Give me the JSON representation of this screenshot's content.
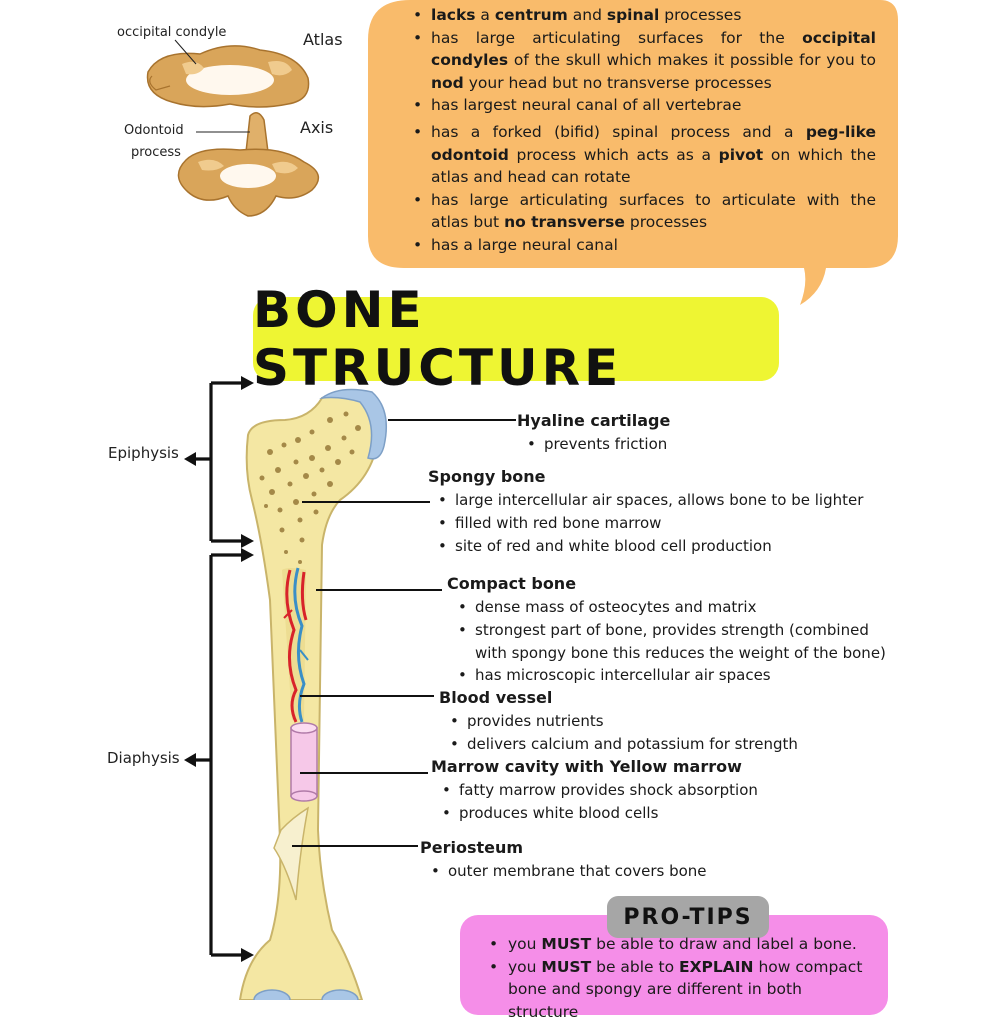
{
  "vertebrae": {
    "atlas_label": "Atlas",
    "axis_label": "Axis",
    "occipital_label": "occipital condyle",
    "odontoid_label_line1": "Odontoid",
    "odontoid_label_line2": "process"
  },
  "speech_bubble": {
    "atlas_points": [
      [
        {
          "t": "lacks",
          "b": true
        },
        {
          "t": " a ",
          "b": false
        },
        {
          "t": "centrum",
          "b": true
        },
        {
          "t": " and ",
          "b": false
        },
        {
          "t": "spinal",
          "b": true
        },
        {
          "t": " processes",
          "b": false
        }
      ],
      [
        {
          "t": "has large articulating surfaces for the ",
          "b": false
        },
        {
          "t": "occipital condyles",
          "b": true
        },
        {
          "t": " of the skull which makes it possible for you to ",
          "b": false
        },
        {
          "t": "nod",
          "b": true
        },
        {
          "t": " your head but no transverse processes",
          "b": false
        }
      ],
      [
        {
          "t": "has largest neural canal of all vertebrae",
          "b": false
        }
      ]
    ],
    "axis_points": [
      [
        {
          "t": "has a forked (bifid) spinal process and a ",
          "b": false
        },
        {
          "t": "peg-like odontoid",
          "b": true
        },
        {
          "t": " process which acts as a ",
          "b": false
        },
        {
          "t": "pivot",
          "b": true
        },
        {
          "t": " on which the atlas and head can rotate",
          "b": false
        }
      ],
      [
        {
          "t": "has large articulating surfaces to articulate with the atlas but ",
          "b": false
        },
        {
          "t": "no transverse",
          "b": true
        },
        {
          "t": " processes",
          "b": false
        }
      ],
      [
        {
          "t": "has a large neural canal",
          "b": false
        }
      ]
    ]
  },
  "title": "BONE STRUCTURE",
  "side_labels": {
    "epiphysis": "Epiphysis",
    "diaphysis": "Diaphysis"
  },
  "parts": {
    "hyaline": {
      "title": "Hyaline cartilage",
      "points": [
        "prevents friction"
      ]
    },
    "spongy": {
      "title": "Spongy bone",
      "points": [
        "large intercellular air spaces, allows bone to be lighter",
        "filled with red bone marrow",
        "site of red and white blood cell production"
      ]
    },
    "compact": {
      "title": "Compact bone",
      "points": [
        "dense mass of osteocytes and matrix",
        "strongest part of bone, provides strength (combined",
        "with spongy bone this reduces the weight of the bone)",
        "has microscopic intercellular air spaces"
      ]
    },
    "vessel": {
      "title": "Blood vessel",
      "points": [
        "provides nutrients",
        "delivers calcium and potassium for strength"
      ]
    },
    "marrow": {
      "title": "Marrow cavity with Yellow marrow",
      "points": [
        "fatty marrow provides shock absorption",
        "produces white blood cells"
      ]
    },
    "periosteum": {
      "title": "Periosteum",
      "points": [
        "outer membrane that covers bone"
      ]
    }
  },
  "protips": {
    "label": "PRO-TIPS",
    "points": [
      [
        {
          "t": "you ",
          "b": false
        },
        {
          "t": "MUST",
          "b": true
        },
        {
          "t": " be able to draw and label a bone.",
          "b": false
        }
      ],
      [
        {
          "t": "you ",
          "b": false
        },
        {
          "t": "MUST",
          "b": true
        },
        {
          "t": " be able to ",
          "b": false
        },
        {
          "t": "EXPLAIN",
          "b": true
        },
        {
          "t": " how compact bone and spongy are different in both structure",
          "b": false
        }
      ]
    ]
  },
  "colors": {
    "bubble": "#f9bb6b",
    "title_bg": "#eef533",
    "protips_bg": "#f58ee8",
    "protips_tag": "#a6a6a6",
    "bone": "#f4e7a3",
    "cartilage": "#a9c6e6",
    "vessel_red": "#d8232a",
    "vessel_blue": "#3a8fc7"
  }
}
